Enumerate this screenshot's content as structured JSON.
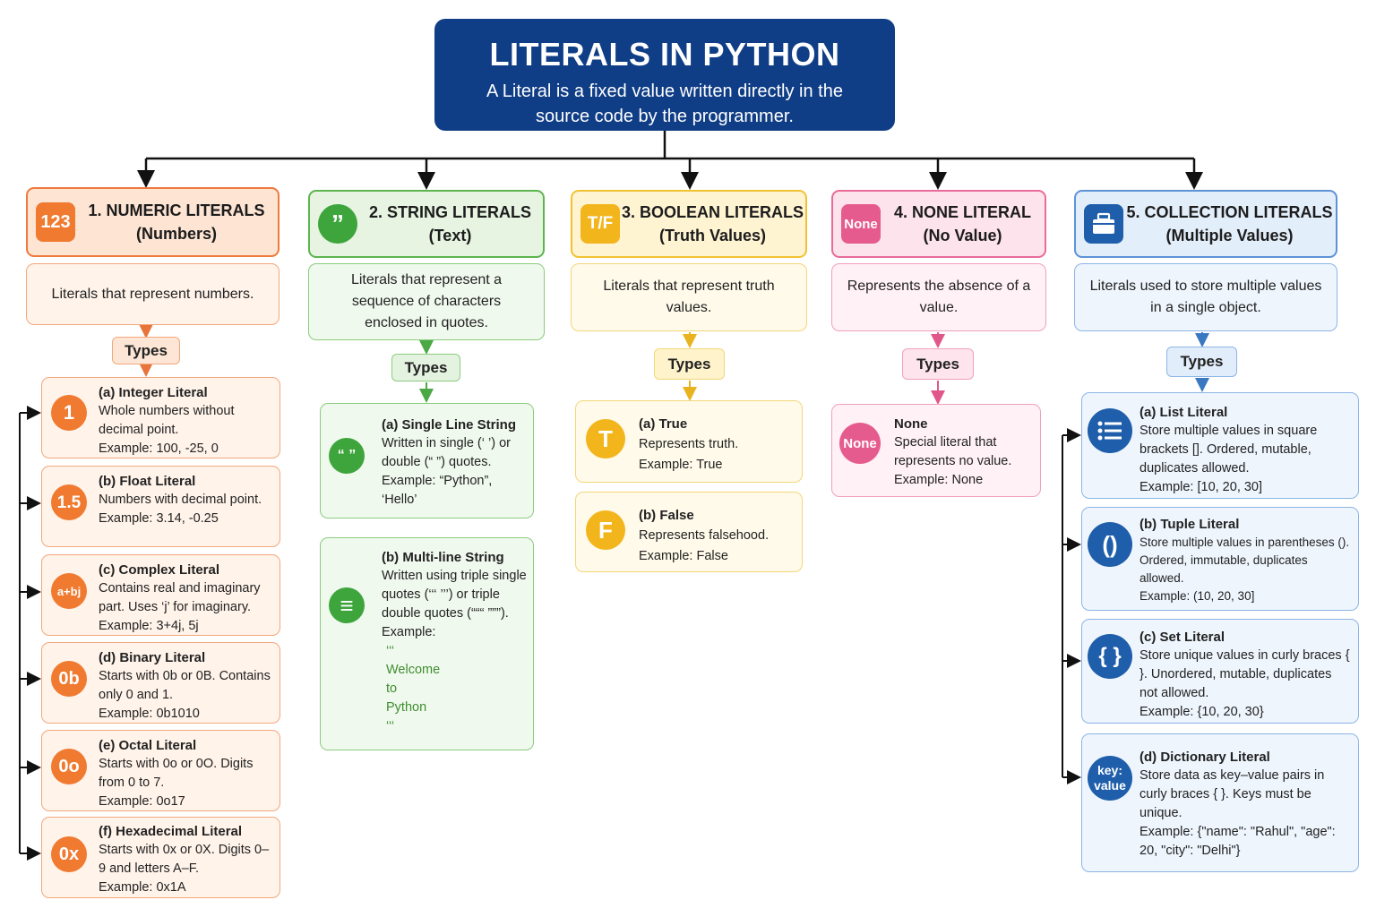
{
  "title": "LITERALS IN PYTHON",
  "subtitle": "A Literal is a fixed value written directly in the source code by the programmer.",
  "types_label": "Types",
  "colors": {
    "title_bg": "#0f3d86",
    "numeric": "#f07a30",
    "string": "#3ea53d",
    "boolean": "#f2b51c",
    "none": "#e65b8d",
    "collection": "#1f5eaa"
  },
  "categories": [
    {
      "title": "1. NUMERIC LITERALS",
      "sub": "(Numbers)",
      "badge": "123",
      "desc": "Literals that represent numbers.",
      "types": [
        {
          "icon": "1",
          "title": "(a) Integer Literal",
          "desc": "Whole numbers without decimal point.",
          "example": "Example: 100, -25, 0"
        },
        {
          "icon": "1.5",
          "title": "(b) Float Literal",
          "desc": "Numbers with decimal point.",
          "example": "Example: 3.14, -0.25"
        },
        {
          "icon": "a+bj",
          "title": "(c) Complex Literal",
          "desc": "Contains real and imaginary part. Uses ‘j’ for imaginary.",
          "example": "Example: 3+4j, 5j"
        },
        {
          "icon": "0b",
          "title": "(d) Binary Literal",
          "desc": "Starts with 0b or 0B. Contains only 0 and 1.",
          "example": "Example: 0b1010"
        },
        {
          "icon": "0o",
          "title": "(e) Octal Literal",
          "desc": "Starts with 0o or 0O. Digits from 0 to 7.",
          "example": "Example: 0o17"
        },
        {
          "icon": "0x",
          "title": "(f) Hexadecimal Literal",
          "desc": "Starts with 0x or 0X. Digits 0–9 and letters A–F.",
          "example": "Example: 0x1A"
        }
      ]
    },
    {
      "title": "2. STRING LITERALS",
      "sub": "(Text)",
      "badge": "”",
      "desc": "Literals that represent a sequence of characters enclosed in quotes.",
      "types": [
        {
          "icon": "“ ”",
          "title": "(a) Single Line String",
          "desc": "Written in single (‘ ’) or double (“ ”) quotes.",
          "example": "Example: “Python”, ‘Hello’"
        },
        {
          "icon": "≡",
          "title": "(b) Multi-line String",
          "desc": "Written using triple single quotes (‘‘‘ ’’’) or triple double quotes (“““ ”””).",
          "example": "Example:",
          "code": [
            "‘‘‘",
            "Welcome",
            "to",
            "Python",
            "‘‘‘"
          ]
        }
      ]
    },
    {
      "title": "3. BOOLEAN LITERALS",
      "sub": "(Truth Values)",
      "badge": "T/F",
      "desc": "Literals that represent truth values.",
      "types": [
        {
          "icon": "T",
          "title": "(a) True",
          "desc": "Represents truth.",
          "example": "Example: True"
        },
        {
          "icon": "F",
          "title": "(b) False",
          "desc": "Represents falsehood.",
          "example": "Example: False"
        }
      ]
    },
    {
      "title": "4. NONE LITERAL",
      "sub": "(No Value)",
      "badge": "None",
      "desc": "Represents the absence of a value.",
      "types": [
        {
          "icon": "None",
          "title": "None",
          "desc": "Special literal that represents no value.",
          "example": "Example: None"
        }
      ]
    },
    {
      "title": "5. COLLECTION LITERALS",
      "sub": "(Multiple Values)",
      "badge": "box",
      "desc": "Literals used to store multiple values in a single object.",
      "types": [
        {
          "icon": "list",
          "title": "(a) List Literal",
          "desc": "Store multiple values in square brackets []. Ordered, mutable, duplicates allowed.",
          "example": "Example: [10, 20, 30]"
        },
        {
          "icon": "()",
          "title": "(b) Tuple Literal",
          "desc": "Store multiple values in parentheses (). Ordered, immutable, duplicates allowed.",
          "example": "Example: (10, 20, 30]"
        },
        {
          "icon": "{ }",
          "title": "(c) Set Literal",
          "desc": "Store unique values in curly braces { }. Unordered, mutable, duplicates not allowed.",
          "example": "Example: {10, 20, 30}"
        },
        {
          "icon": "key: value",
          "title": "(d) Dictionary Literal",
          "desc": "Store data as key–value pairs in curly braces { }. Keys must be unique.",
          "example": "Example: {\"name\": \"Rahul\", \"age\": 20, \"city\": \"Delhi\"}"
        }
      ]
    }
  ]
}
